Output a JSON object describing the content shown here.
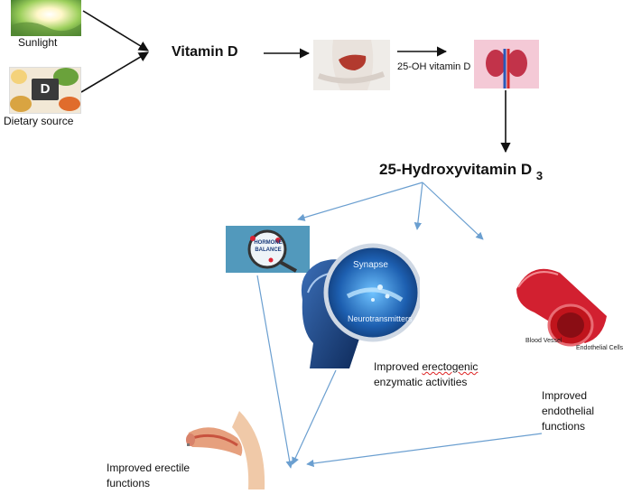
{
  "labels": {
    "sunlight": "Sunlight",
    "dietary_source": "Dietary source",
    "vitamin_d": "Vitamin D",
    "oh_vitamin_d": "25-OH vitamin D",
    "hydroxy_main": "25-Hydroxyvitamin D",
    "hydroxy_sub": "3",
    "synapse": "Synapse",
    "neurotransmitters": "Neurotransmitters",
    "blood_vessel": "Blood Vessel",
    "endothelial_cells": "Endothelial Cells",
    "food_sign": "D",
    "hormone_text": "HORMONE BALANCE",
    "enzymatic_line1_pre": "Improved ",
    "enzymatic_line1_word": "erectogenic",
    "enzymatic_line2": "enzymatic activities",
    "endothelial_line1": "Improved",
    "endothelial_line2": "endothelial",
    "endothelial_line3": "functions",
    "erectile_line1": "Improved erectile",
    "erectile_line2": "functions"
  },
  "colors": {
    "black_arrow": "#111111",
    "blue_arrow": "#6b9fd0",
    "neuro_blue": "#1d5fb0",
    "vessel_red": "#c0141c"
  }
}
